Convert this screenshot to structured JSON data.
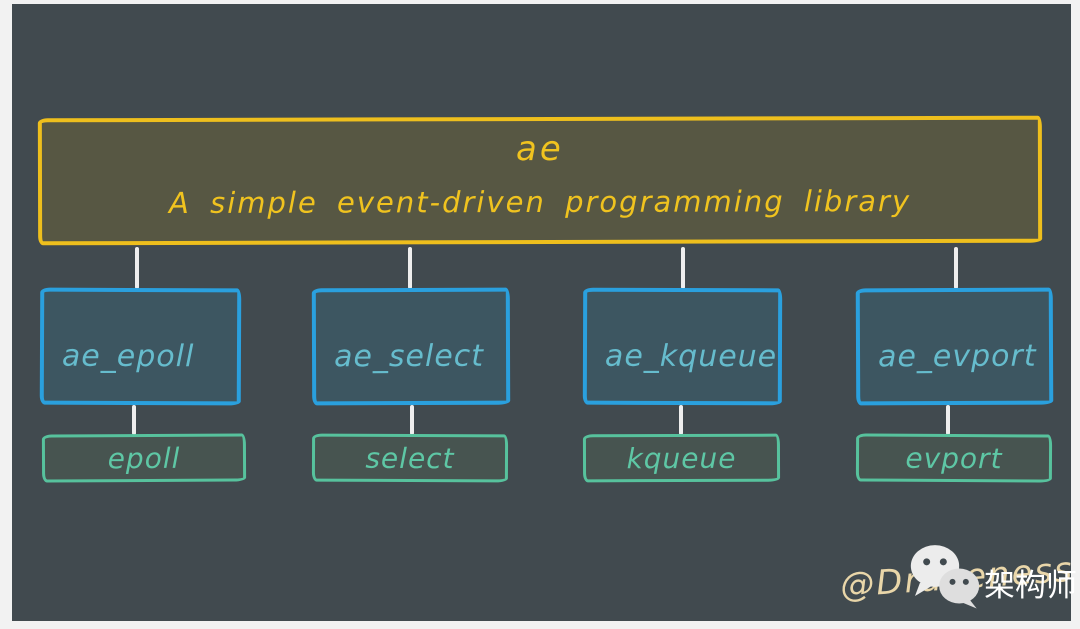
{
  "diagram": {
    "root": {
      "title": "ae",
      "subtitle": "A simple event-driven programming library",
      "border_color": "#eebf1d",
      "fill_color": "#575743",
      "text_color": "#f0c31f"
    },
    "columns": [
      {
        "module": "ae_epoll",
        "backend": "epoll"
      },
      {
        "module": "ae_select",
        "backend": "select"
      },
      {
        "module": "ae_kqueue",
        "backend": "kqueue"
      },
      {
        "module": "ae_evport",
        "backend": "evport"
      }
    ],
    "module_box_style": {
      "border_color": "#2aa0de",
      "fill_color": "#3d5661",
      "text_color": "#66bccd"
    },
    "backend_box_style": {
      "border_color": "#57c29d",
      "fill_color": "#475450",
      "text_color": "#5ec7a5"
    },
    "connector_color": "#eeeeee",
    "background_color": "#414a4f"
  },
  "watermark": {
    "handle": "@Draveness",
    "label": "架构师",
    "icon": "wechat-icon",
    "handle_color": "#e9d6a9",
    "label_color": "#ffffff"
  }
}
